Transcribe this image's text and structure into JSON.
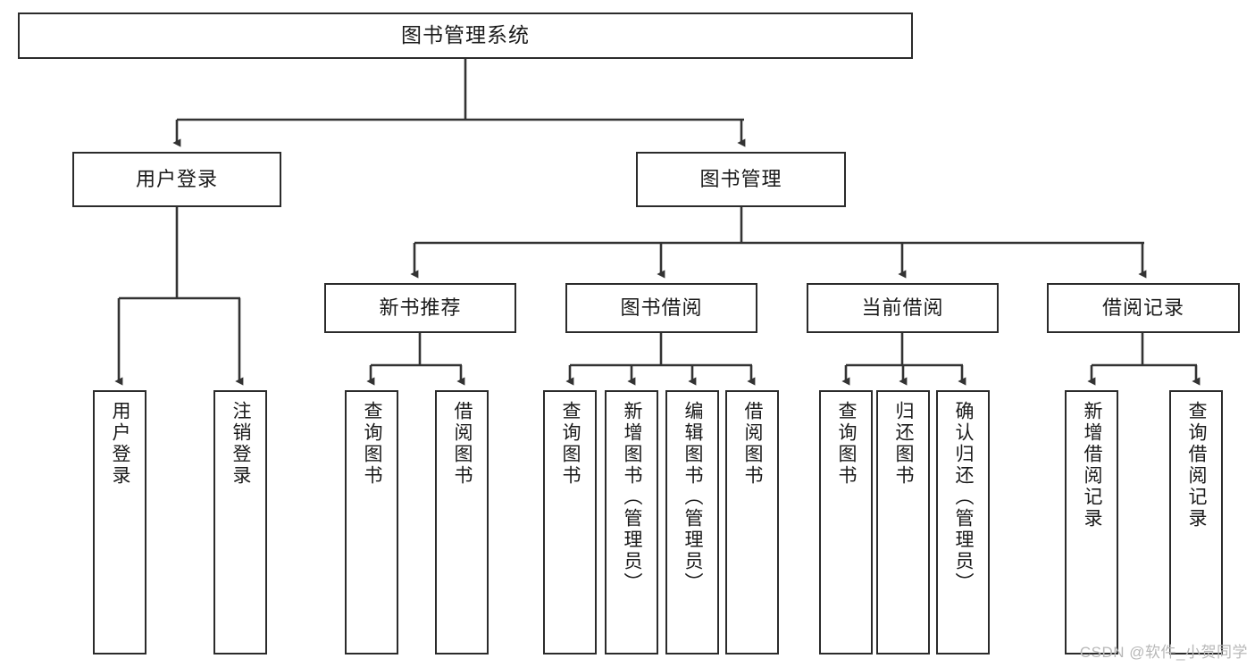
{
  "diagram": {
    "title": "图书管理系统",
    "watermark": "CSDN @软件_小贺同学",
    "colors": {
      "background": "#ffffff",
      "border": "#2b2b2b",
      "text": "#1a1a1a",
      "edge": "#333333",
      "watermark": "#b8b8b8"
    },
    "root": {
      "label": "图书管理系统"
    },
    "level2": [
      {
        "label": "用户登录"
      },
      {
        "label": "图书管理"
      }
    ],
    "level3": [
      {
        "label": "新书推荐"
      },
      {
        "label": "图书借阅"
      },
      {
        "label": "当前借阅"
      },
      {
        "label": "借阅记录"
      }
    ],
    "leaves": [
      {
        "label": "用户登录"
      },
      {
        "label": "注销登录"
      },
      {
        "label": "查询图书"
      },
      {
        "label": "借阅图书"
      },
      {
        "label": "查询图书"
      },
      {
        "label": "新增图书（管理员）"
      },
      {
        "label": "编辑图书（管理员）"
      },
      {
        "label": "借阅图书"
      },
      {
        "label": "查询图书"
      },
      {
        "label": "归还图书"
      },
      {
        "label": "确认归还（管理员）"
      },
      {
        "label": "新增借阅记录"
      },
      {
        "label": "查询借阅记录"
      }
    ]
  }
}
